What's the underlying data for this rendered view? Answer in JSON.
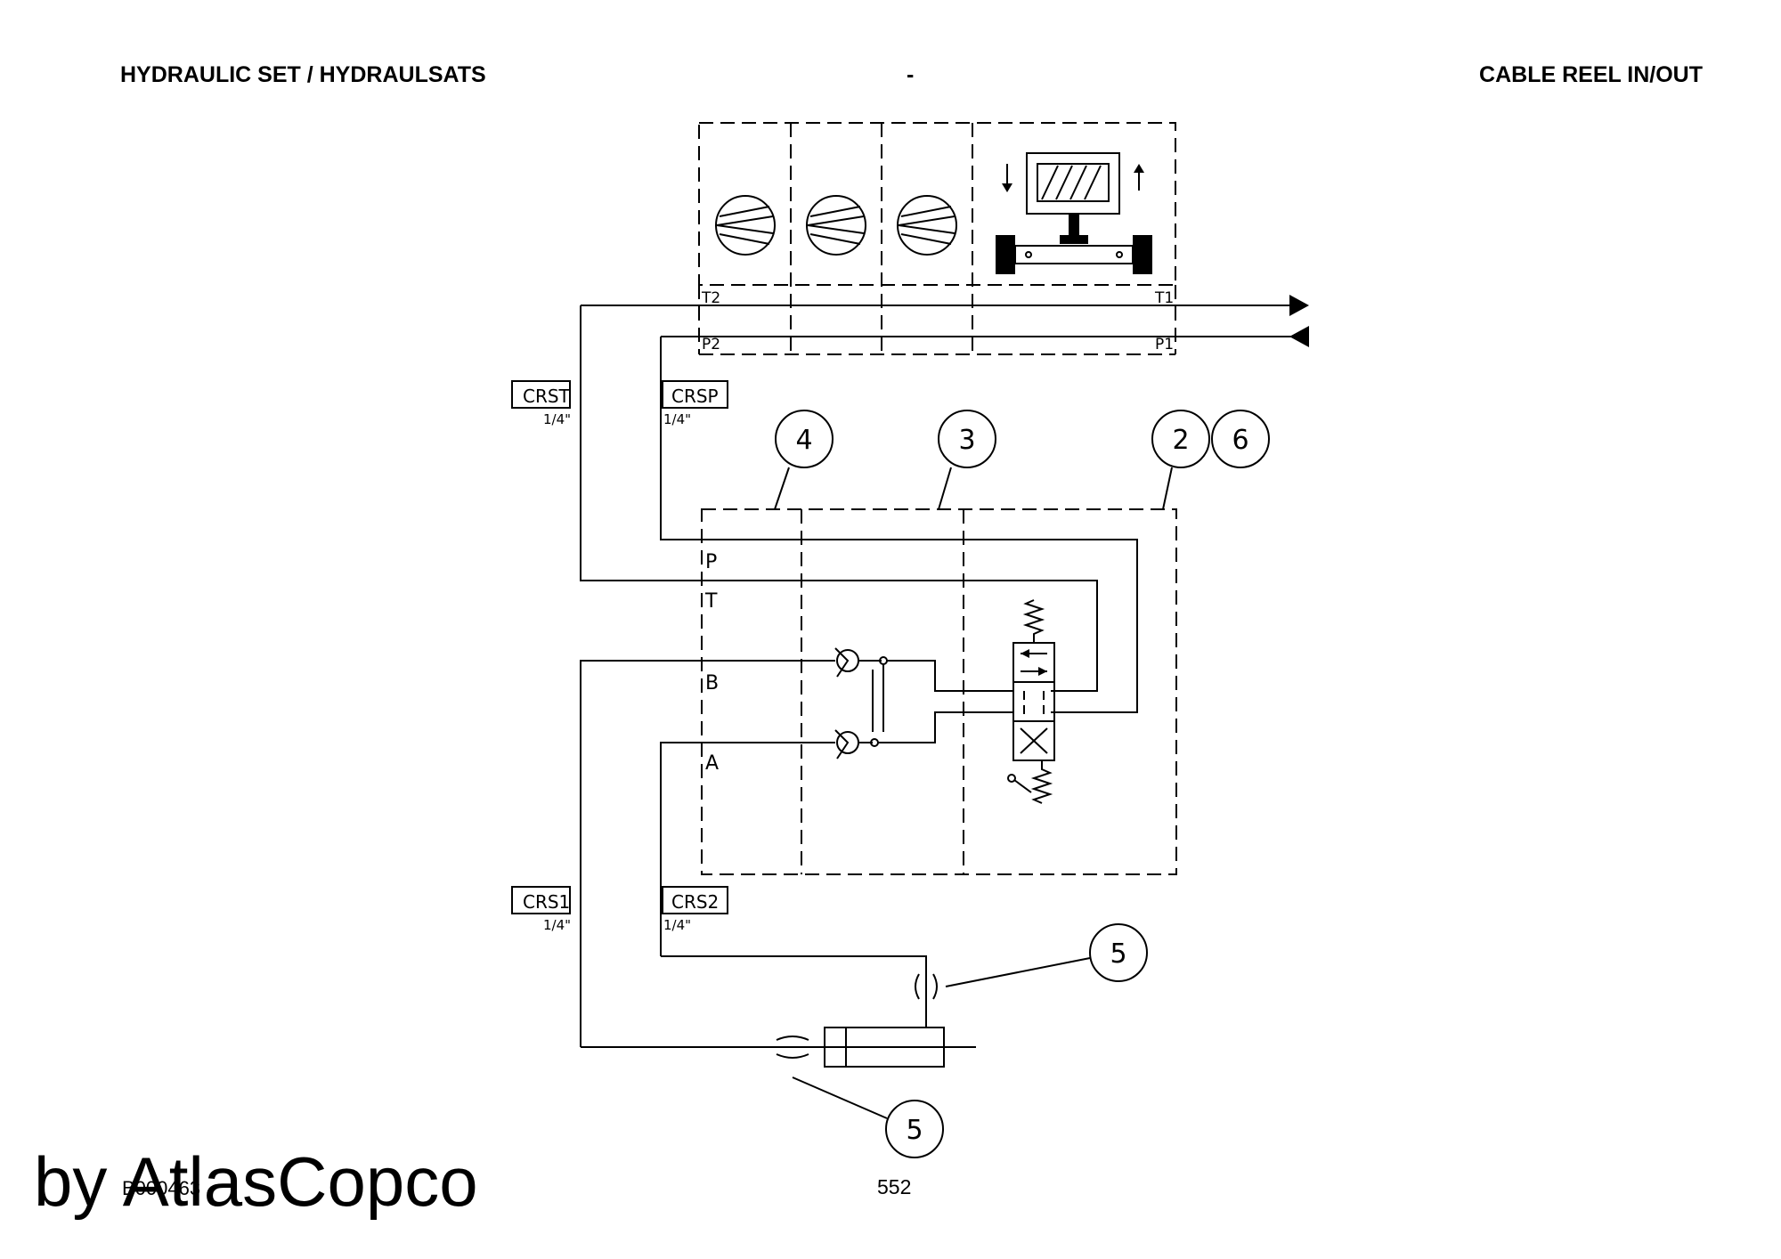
{
  "header": {
    "left": "HYDRAULIC SET / HYDRAULSATS",
    "center": "-",
    "right": "CABLE REEL IN/OUT"
  },
  "footer": {
    "page_number": "552",
    "drawing_ref": "B000463",
    "watermark": "by AtlasCopco"
  },
  "ports": {
    "t2": "T2",
    "p2": "P2",
    "t1": "T1",
    "p1": "P1",
    "p": "P",
    "t": "T",
    "b": "B",
    "a": "A"
  },
  "hoses": [
    {
      "code": "CRST",
      "size": "1/4\""
    },
    {
      "code": "CRSP",
      "size": "1/4\""
    },
    {
      "code": "CRS1",
      "size": "1/4\""
    },
    {
      "code": "CRS2",
      "size": "1/4\""
    }
  ],
  "callouts": [
    "4",
    "3",
    "2",
    "6",
    "5",
    "5"
  ]
}
